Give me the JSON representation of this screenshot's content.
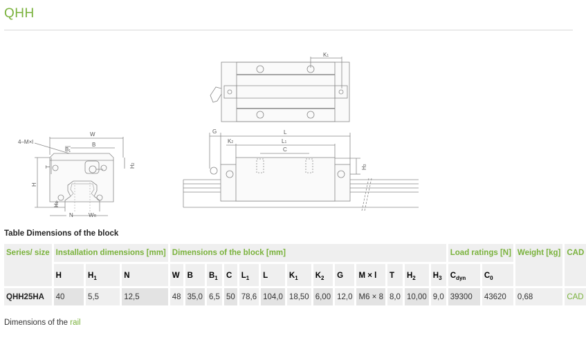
{
  "page": {
    "title": "QHH",
    "table_caption": "Table Dimensions of the block",
    "footer_prefix": "Dimensions of the ",
    "footer_link": "rail",
    "accent_color": "#7ab23c"
  },
  "drawing": {
    "front_view_labels": {
      "mxl": "4–M×l",
      "W": "W",
      "B": "B",
      "B1": "B",
      "B1_sub": "1",
      "T": "T",
      "H": "H",
      "H1": "H",
      "H1_sub": "1",
      "H2": "H",
      "H2_sub": "2",
      "N": "N",
      "WR": "W",
      "WR_sub": "R"
    },
    "top_view_labels": {
      "K1": "K",
      "K1_sub": "1"
    },
    "side_view_labels": {
      "G": "G",
      "L": "L",
      "L1": "L",
      "L1_sub": "1",
      "K2": "K",
      "K2_sub": "2",
      "C": "C",
      "H3": "H",
      "H3_sub": "3"
    }
  },
  "table": {
    "groups": {
      "series": "Series/ size",
      "installation": "Installation dimensions [mm]",
      "block": "Dimensions of the block [mm]",
      "load": "Load ratings [N]",
      "weight": "Weight [kg]",
      "cad": "CAD"
    },
    "columns": [
      {
        "main": "H",
        "sub": ""
      },
      {
        "main": "H",
        "sub": "1"
      },
      {
        "main": "N",
        "sub": ""
      },
      {
        "main": "W",
        "sub": ""
      },
      {
        "main": "B",
        "sub": ""
      },
      {
        "main": "B",
        "sub": "1"
      },
      {
        "main": "C",
        "sub": ""
      },
      {
        "main": "L",
        "sub": "1"
      },
      {
        "main": "L",
        "sub": ""
      },
      {
        "main": "K",
        "sub": "1"
      },
      {
        "main": "K",
        "sub": "2"
      },
      {
        "main": "G",
        "sub": ""
      },
      {
        "main": "M × l",
        "sub": ""
      },
      {
        "main": "T",
        "sub": ""
      },
      {
        "main": "H",
        "sub": "2"
      },
      {
        "main": "H",
        "sub": "3"
      },
      {
        "main": "C",
        "sub": "dyn"
      },
      {
        "main": "C",
        "sub": "0"
      }
    ],
    "rows": [
      {
        "series": "QHH25HA",
        "values": [
          "40",
          "5,5",
          "12,5",
          "48",
          "35,0",
          "6,5",
          "50",
          "78,6",
          "104,0",
          "18,50",
          "6,00",
          "12,0",
          "M6 × 8",
          "8,0",
          "10,00",
          "9,0",
          "39300",
          "43620"
        ],
        "weight": "0,68",
        "cad": "CAD"
      }
    ]
  }
}
